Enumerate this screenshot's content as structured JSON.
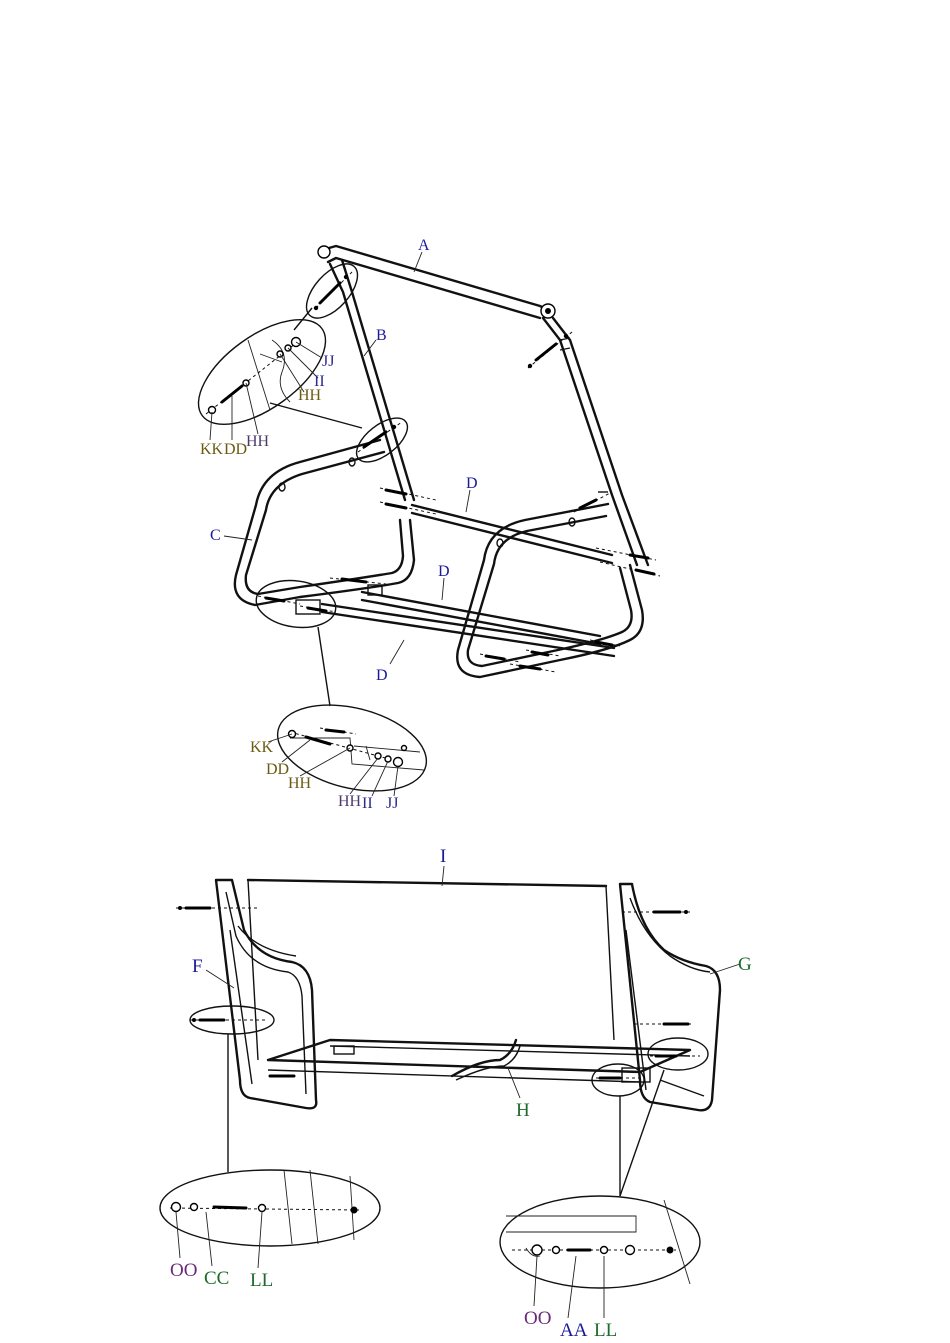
{
  "top_figure": {
    "part_labels": {
      "A": "A",
      "B": "B",
      "C": "C",
      "D1": "D",
      "D2": "D",
      "D3": "D"
    },
    "detail_top": {
      "jj": "JJ",
      "ii": "II",
      "hh_a": "HH",
      "hh_b": "HH",
      "kk": "KK",
      "dd": "DD"
    },
    "detail_bottom": {
      "kk": "KK",
      "dd": "DD",
      "hh_a": "HH",
      "hh_b": "HH",
      "ii": "II",
      "jj": "JJ"
    }
  },
  "bottom_figure": {
    "part_labels": {
      "I": "I",
      "F": "F",
      "G": "G",
      "H": "H"
    },
    "detail_left": {
      "oo": "OO",
      "cc": "CC",
      "ll": "LL"
    },
    "detail_right": {
      "oo": "OO",
      "aa": "AA",
      "ll": "LL"
    }
  },
  "colors": {
    "line": "#111111",
    "label_a_b": "#1a1a99",
    "label_jj_ii": "#2a2a8a",
    "label_hh_dd_kk": "#6b5a12",
    "label_hh": "#4a3a6a",
    "label_green": "#1d6b2a",
    "label_purple": "#6a2a7a"
  }
}
